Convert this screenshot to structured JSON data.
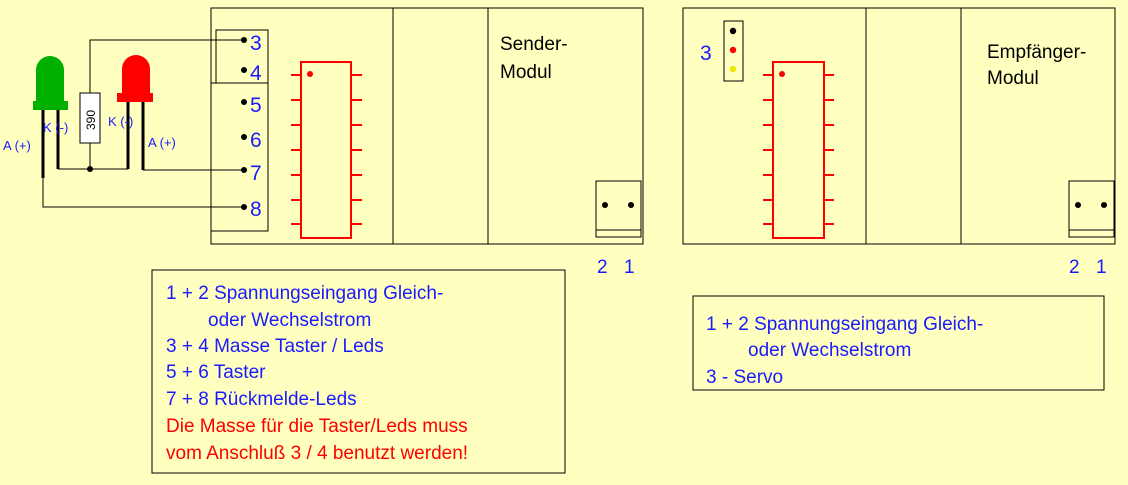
{
  "colors": {
    "background": "#FFFFC0",
    "label_blue": "#1a1aff",
    "warning_red": "#ff0000",
    "chip_red": "#ff0000",
    "led_green": "#00b000",
    "led_red": "#ff0000"
  },
  "sender": {
    "title_line1": "Sender-",
    "title_line2": "Modul",
    "terminals": [
      "3",
      "4",
      "5",
      "6",
      "7",
      "8"
    ],
    "power_terminals": [
      "2",
      "1"
    ]
  },
  "receiver": {
    "title_line1": "Empfänger-",
    "title_line2": "Modul",
    "servo_label": "3",
    "power_terminals": [
      "2",
      "1"
    ]
  },
  "circuit": {
    "resistor_value": "390",
    "green_led_anode": "A (+)",
    "green_led_cathode": "K (-)",
    "red_led_cathode": "K (-)",
    "red_led_anode": "A (+)"
  },
  "legend_sender": {
    "line1": "1 + 2 Spannungseingang Gleich-",
    "line2": "oder Wechselstrom",
    "line3": "3 + 4 Masse Taster / Leds",
    "line4": "5 + 6 Taster",
    "line5": "7 + 8 Rückmelde-Leds",
    "warning1": "Die Masse für die Taster/Leds muss",
    "warning2": "vom Anschluß 3 / 4 benutzt werden!"
  },
  "legend_receiver": {
    "line1": "1 + 2 Spannungseingang Gleich-",
    "line2": "oder Wechselstrom",
    "line3": "3 - Servo"
  }
}
